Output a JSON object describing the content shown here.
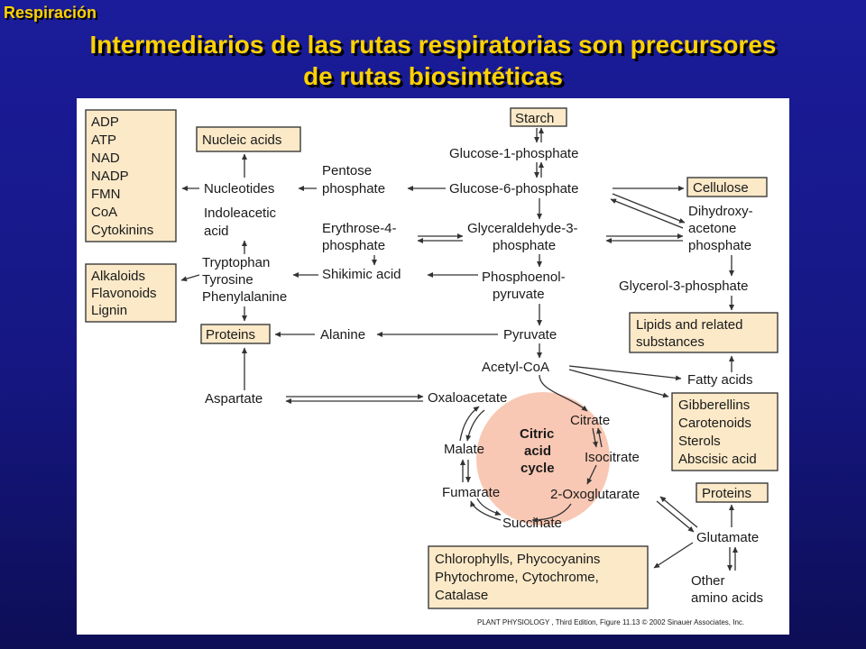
{
  "corner_label": "Respiración",
  "title_line1": "Intermediarios  de las rutas respiratorias son precursores",
  "title_line2": "de rutas biosintéticas",
  "boxes": {
    "cofactors": [
      "ADP",
      "ATP",
      "NAD",
      "NADP",
      "FMN",
      "CoA",
      "Cytokinins"
    ],
    "nucleic_acids": "Nucleic acids",
    "starch": "Starch",
    "cellulose": "Cellulose",
    "alkaloids": [
      "Alkaloids",
      "Flavonoids",
      "Lignin"
    ],
    "proteins_left": "Proteins",
    "lipids": [
      "Lipids and related",
      "substances"
    ],
    "terpenoids": [
      "Gibberellins",
      "Carotenoids",
      "Sterols",
      "Abscisic acid"
    ],
    "proteins_right": "Proteins",
    "pigments": [
      "Chlorophylls, Phycocyanins",
      "Phytochrome, Cytochrome,",
      "Catalase"
    ]
  },
  "labels": {
    "glucose1p": "Glucose-1-phosphate",
    "glucose6p": "Glucose-6-phosphate",
    "pentose": [
      "Pentose",
      "phosphate"
    ],
    "nucleotides": "Nucleotides",
    "indoleacetic": [
      "Indoleacetic",
      "acid"
    ],
    "erythrose": [
      "Erythrose-4-",
      "phosphate"
    ],
    "glyceraldehyde": [
      "Glyceraldehyde-3-",
      "phosphate"
    ],
    "dihydroxy": [
      "Dihydroxy-",
      "acetone",
      "phosphate"
    ],
    "tryptophan": [
      "Tryptophan",
      "Tyrosine",
      "Phenylalanine"
    ],
    "shikimic": "Shikimic acid",
    "pep": [
      "Phosphoenol-",
      "pyruvate"
    ],
    "glycerol3p": "Glycerol-3-phosphate",
    "alanine": "Alanine",
    "pyruvate": "Pyruvate",
    "acetylcoa": "Acetyl-CoA",
    "fattyacids": "Fatty acids",
    "aspartate": "Aspartate",
    "oxaloacetate": "Oxaloacetate",
    "citrate": "Citrate",
    "isocitrate": "Isocitrate",
    "malate": "Malate",
    "fumarate": "Fumarate",
    "oxoglutarate": "2-Oxoglutarate",
    "succinate": "Succinate",
    "cycle": [
      "Citric",
      "acid",
      "cycle"
    ],
    "glutamate": "Glutamate",
    "other_aa": [
      "Other",
      "amino acids"
    ]
  },
  "credit": "PLANT PHYSIOLOGY , Third Edition, Figure 11.13  © 2002 Sinauer Associates, Inc.",
  "colors": {
    "box_fill": "#fbe9c8",
    "cycle_fill": "#f8c8b4",
    "title": "#ffd200"
  }
}
